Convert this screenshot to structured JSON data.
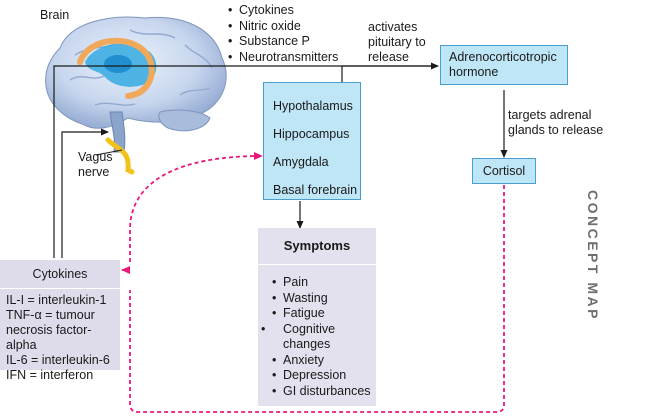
{
  "brain_label": "Brain",
  "vagus_label": "Vagus\nnerve",
  "signals": [
    "Cytokines",
    "Nitric oxide",
    "Substance P",
    "Neurotransmitters"
  ],
  "activates_label": "activates\npituitary to\nrelease",
  "acth_label": "Adrenocorticotropic\nhormone",
  "targets_label": "targets adrenal\nglands to release",
  "cortisol_label": "Cortisol",
  "brain_regions": [
    "Hypothalamus",
    "Hippocampus",
    "Amygdala",
    "Basal forebrain"
  ],
  "symptoms_title": "Symptoms",
  "symptoms": [
    "Pain",
    "Wasting",
    "Fatigue",
    "Cognitive\nchanges",
    "Anxiety",
    "Depression",
    "GI disturbances"
  ],
  "cytokines_title": "Cytokines",
  "cytokine_defs": [
    "IL-I = interleukin-1",
    "TNF-α = tumour",
    "necrosis factor-alpha",
    "IL-6 = interleukin-6",
    "IFN = interferon"
  ],
  "side_label": "CONCEPT MAP",
  "colors": {
    "box_fill": "#bfe6f7",
    "box_border": "#4a9fd0",
    "dashed_arrow": "#e8197d",
    "symptom_fill": "#e3e1ee",
    "cytokine_fill": "#dedcea",
    "vagus": "#f2c21a",
    "limbic": "#f0a85a"
  }
}
